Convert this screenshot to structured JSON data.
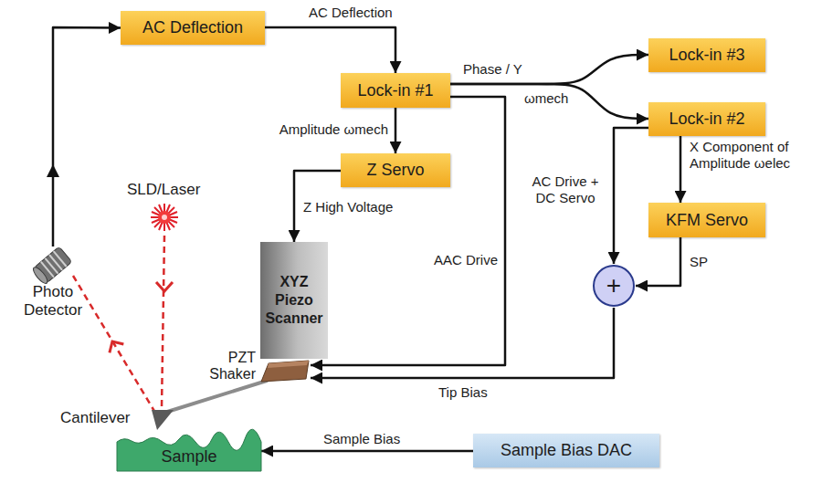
{
  "diagram": {
    "nodes": [
      {
        "text": [
          "AC Deflection"
        ]
      },
      {
        "text": [
          "Lock-in #1"
        ]
      },
      {
        "text": [
          "Lock-in #3"
        ]
      },
      {
        "text": [
          "Lock-in #2"
        ]
      },
      {
        "text": [
          "Z Servo"
        ]
      },
      {
        "text": [
          "KFM Servo"
        ]
      },
      {
        "text": [
          "Photo Detector"
        ]
      },
      {
        "text": [
          "+"
        ]
      },
      {
        "text": [
          "XYZ Piezo Scanner"
        ]
      },
      {
        "text": [
          "PZT Shaker"
        ]
      },
      {
        "text": [
          "Sample"
        ]
      },
      {
        "text": [
          "Sample Bias DAC"
        ]
      }
    ],
    "edges": [
      {
        "from": 6,
        "to": 0,
        "arrow": "to"
      },
      {
        "from": 0,
        "to": 1,
        "label": "AC Deflection",
        "arrow": "to"
      },
      {
        "from": 1,
        "to": 4,
        "label": "Amplitude ωmech",
        "arrow": "to"
      },
      {
        "from": 4,
        "to": 8,
        "label": "Z High Voltage",
        "arrow": "to"
      },
      {
        "from": 1,
        "to": 9,
        "label": "AAC Drive",
        "arrow": "to"
      },
      {
        "from": 1,
        "to": 2,
        "label": "Phase / Y",
        "arrow": "to"
      },
      {
        "from": 1,
        "to": 3,
        "label": "ωmech",
        "arrow": "to"
      },
      {
        "from": 3,
        "to": 5,
        "label": "X Component of Amplitude ωelec",
        "arrow": "to"
      },
      {
        "from": 5,
        "to": 7,
        "label": "SP",
        "arrow": "to"
      },
      {
        "from": 3,
        "to": 7,
        "label": "AC Drive + DC Servo",
        "arrow": "to"
      },
      {
        "from": 7,
        "to": 9,
        "label": "Tip Bias",
        "arrow": "to"
      },
      {
        "from": 11,
        "to": 10,
        "label": "Sample Bias",
        "arrow": "to"
      }
    ],
    "labels": [
      "SLD/Laser",
      "Cantilever"
    ]
  }
}
